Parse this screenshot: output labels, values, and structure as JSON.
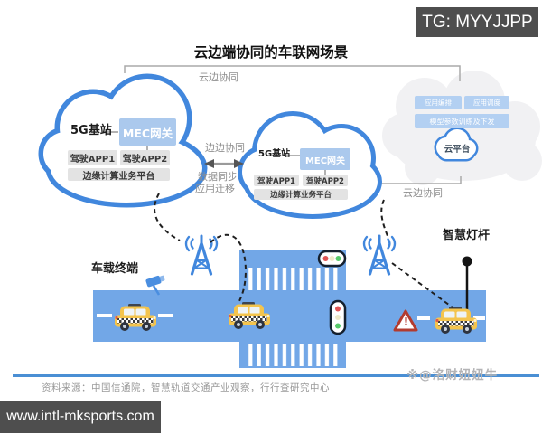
{
  "header": {
    "badge": "TG: MYYJJPP",
    "title": "云边端协同的车联网场景"
  },
  "links": {
    "cloud_edge_top": "云边协同",
    "cloud_edge_right": "云边协同",
    "edge_edge": "边边协同",
    "sync_line1": "数据同步",
    "sync_line2": "应用迁移"
  },
  "edge_cloud_left": {
    "station": "5G基站",
    "gateway": "MEC网关",
    "app1": "驾驶APP1",
    "app2": "驾驶APP2",
    "platform": "边缘计算业务平台"
  },
  "edge_cloud_mid": {
    "station": "5G基站",
    "gateway": "MEC网关",
    "app1": "驾驶APP1",
    "app2": "驾驶APP2",
    "platform": "边缘计算业务平台"
  },
  "cloud_platform": {
    "box_orchestration": "应用编排",
    "box_scheduling": "应用调度",
    "box_model": "模型参数训练及下发",
    "name": "云平台"
  },
  "street": {
    "vehicle_terminal": "车载终端",
    "smart_pole": "智慧灯杆",
    "warning_mark": "!"
  },
  "footer": {
    "source": "资料来源：中国信通院，智慧轨道交通产业观察，行行查研究中心",
    "watermark": "※@洺财妞妞牛",
    "site_badge": "www.intl-mksports.com"
  },
  "colors": {
    "cloud_stroke": "#4187dd",
    "road": "#72a7e7",
    "accent_box": "#abc9ed",
    "badge_bg": "#4e4e4e",
    "divider": "#4a8fd4"
  }
}
